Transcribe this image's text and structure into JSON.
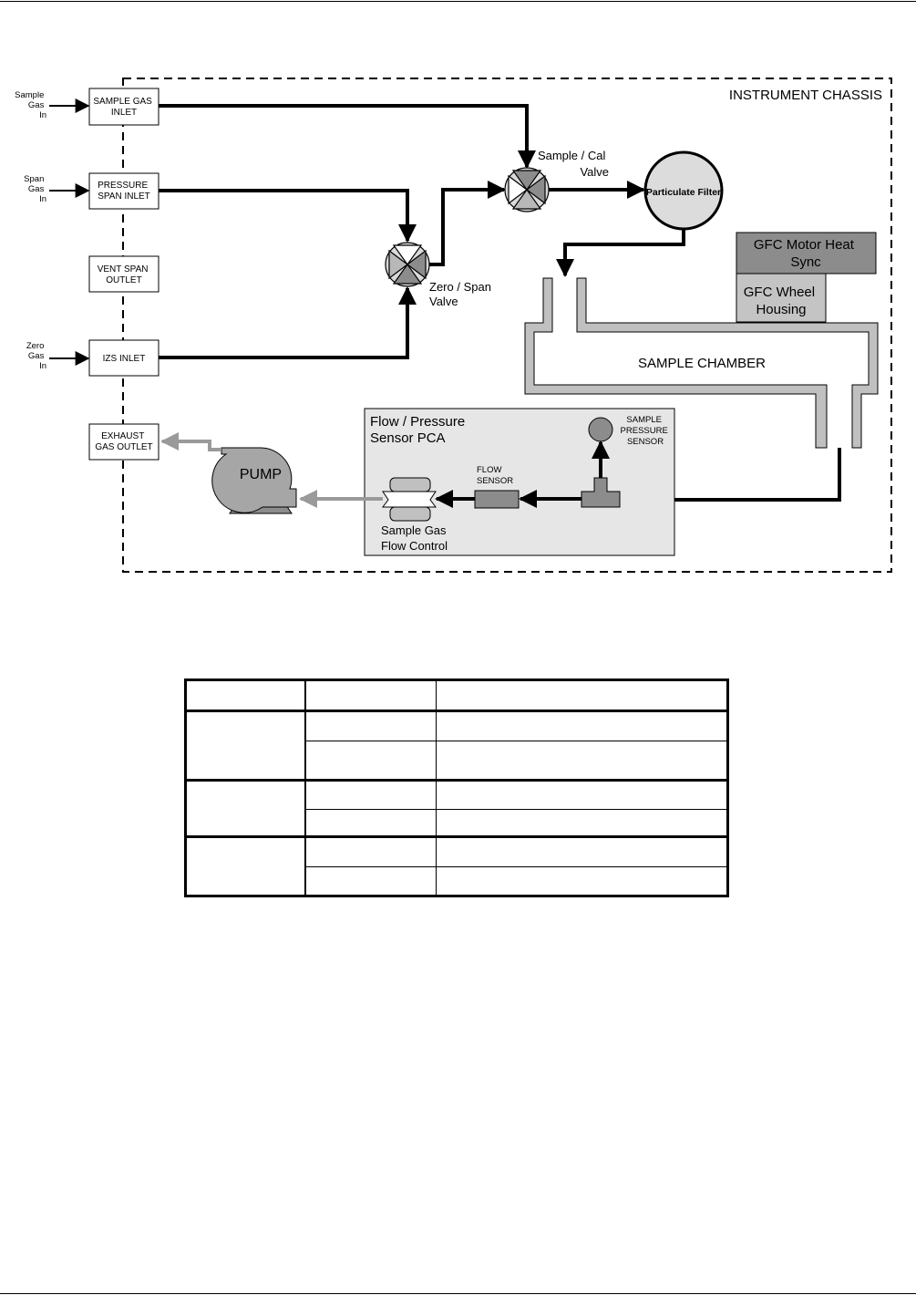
{
  "diagram": {
    "chassis_label": "INSTRUMENT CHASSIS",
    "inlets": {
      "sample_box": "SAMPLE GAS INLET",
      "pressure_span_box": "PRESSURE SPAN INLET",
      "vent_span_box": "VENT SPAN OUTLET",
      "izs_box": "IZS INLET",
      "exhaust_box": "EXHAUST GAS OUTLET"
    },
    "external_labels": {
      "sample_in": [
        "Sample",
        "Gas",
        "In"
      ],
      "span_in": [
        "Span",
        "Gas",
        "In"
      ],
      "zero_in": [
        "Zero",
        "Gas",
        "In"
      ]
    },
    "valves": {
      "sample_cal": [
        "Sample / Cal",
        "Valve"
      ],
      "zero_span": [
        "Zero / Span",
        "Valve"
      ]
    },
    "particulate_filter": "Particulate Filter",
    "gfc_motor": [
      "GFC Motor Heat",
      "Sync"
    ],
    "gfc_wheel": [
      "GFC Wheel",
      "Housing"
    ],
    "sample_chamber": "SAMPLE CHAMBER",
    "pca_title": [
      "Flow / Pressure",
      "Sensor PCA"
    ],
    "pressure_sensor": [
      "SAMPLE",
      "PRESSURE",
      "SENSOR"
    ],
    "flow_sensor": [
      "FLOW",
      "SENSOR"
    ],
    "flow_control": [
      "Sample Gas",
      "Flow Control"
    ],
    "pump": "PUMP"
  },
  "table": {
    "header": [
      "",
      "",
      ""
    ],
    "rows": [
      [
        "",
        "",
        ""
      ],
      [
        "",
        ""
      ],
      [
        "",
        "",
        ""
      ],
      [
        "",
        ""
      ],
      [
        "",
        "",
        ""
      ],
      [
        "",
        ""
      ]
    ]
  }
}
